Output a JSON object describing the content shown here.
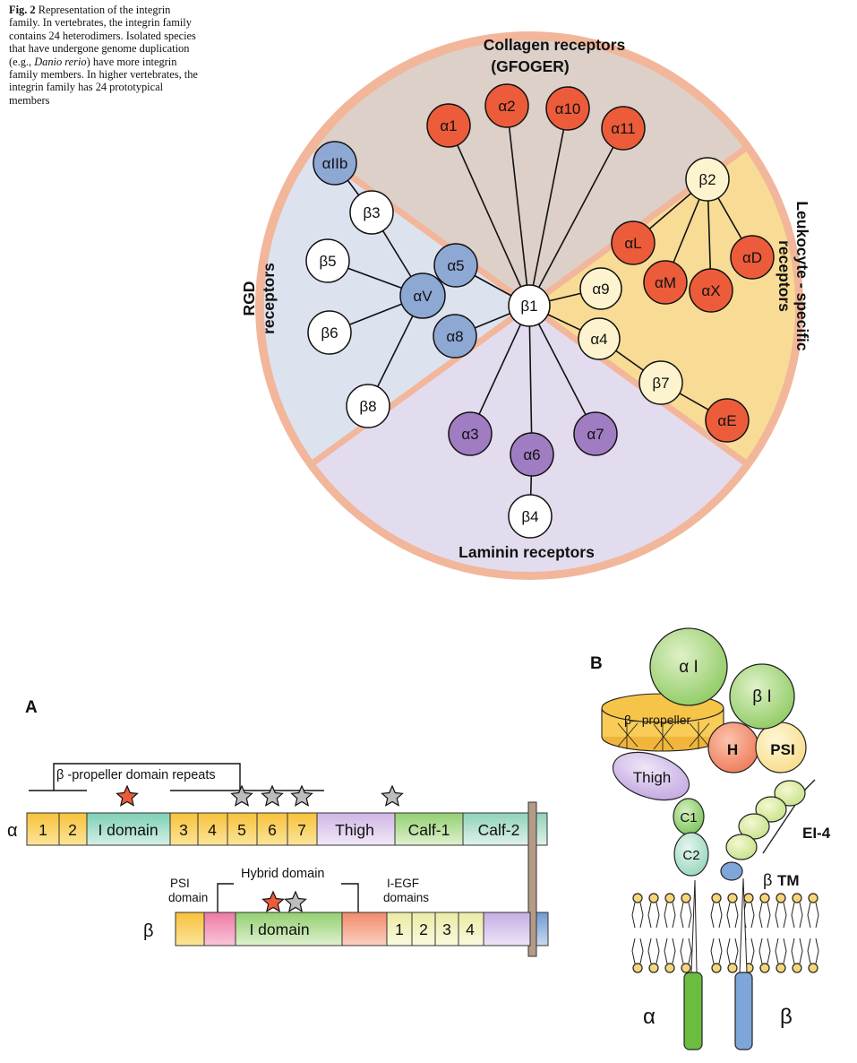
{
  "caption": {
    "prefix": "Fig. 2",
    "text": "Representation of the integrin family. In vertebrates, the integrin family contains 24 heterodimers. Isolated species that have undergone genome duplication (e.g., ",
    "italic": "Danio rerio",
    "text2": ") have more integrin family members. In higher vertebrates, the integrin family has 24 prototypical members"
  },
  "wheel": {
    "sectors": {
      "collagen": {
        "title1": "Collagen receptors",
        "title2": "(GFOGER)"
      },
      "leukocyte": {
        "title1": "Leukocyte - specific",
        "title2": "receptors"
      },
      "laminin": {
        "title1": "Laminin receptors"
      },
      "rgd": {
        "title1": "RGD",
        "title2": "receptors"
      }
    },
    "nodes": {
      "b1": "β1",
      "a1": "α1",
      "a2": "α2",
      "a10": "α10",
      "a11": "α11",
      "b2": "β2",
      "aL": "αL",
      "aM": "αM",
      "aX": "αX",
      "aD": "αD",
      "a9": "α9",
      "a4": "α4",
      "b7": "β7",
      "aE": "αE",
      "a3": "α3",
      "a6": "α6",
      "a7": "α7",
      "b4": "β4",
      "aIIb": "αIIb",
      "b3": "β3",
      "b5": "β5",
      "b6": "β6",
      "b8": "β8",
      "aV": "αV",
      "a5": "α5",
      "a8": "α8"
    },
    "colors": {
      "collagen": "#dcd0c9",
      "leukocyte": "#f8dc95",
      "laminin": "#e3dcee",
      "rgd": "#dde2ef",
      "rim": "#f2b69b",
      "alpha_red": "#ec5c3a",
      "alpha_blue": "#8ea8d4",
      "alpha_purple": "#a07cc2",
      "yellow_node": "#fdf4cf"
    }
  },
  "panelA": {
    "letter": "A",
    "propeller_label": "β -propeller domain repeats",
    "alpha_symbol": "α",
    "beta_symbol": "β",
    "alpha_segments": {
      "s1": "1",
      "s2": "2",
      "idomain": "I domain",
      "s3": "3",
      "s4": "4",
      "s5": "5",
      "s6": "6",
      "s7": "7",
      "thigh": "Thigh",
      "calf1": "Calf-1",
      "calf2": "Calf-2"
    },
    "beta_labels": {
      "psi1": "PSI",
      "psi2": "domain",
      "hybrid": "Hybrid domain",
      "iegf1": "I-EGF",
      "iegf2": "domains"
    },
    "beta_segments": {
      "idomain": "I domain",
      "e1": "1",
      "e2": "2",
      "e3": "3",
      "e4": "4"
    }
  },
  "panelB": {
    "letter": "B",
    "alphaI": "α I",
    "betaI": "β I",
    "propeller": "β– propeller",
    "H": "H",
    "PSI": "PSI",
    "thigh": "Thigh",
    "C1": "C1",
    "C2": "C2",
    "EI4": "EI-4",
    "TM_beta": "β",
    "TM": "TM",
    "alpha": "α",
    "beta": "β"
  }
}
